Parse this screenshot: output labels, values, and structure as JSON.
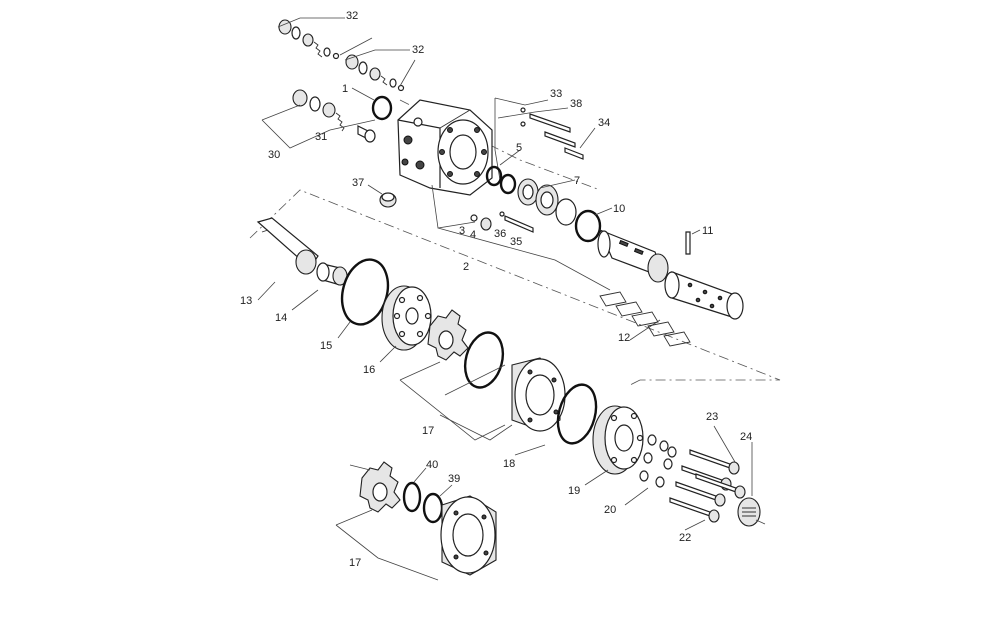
{
  "diagram": {
    "callouts": {
      "c1": "1",
      "c2": "2",
      "c3": "3",
      "c4": "4",
      "c5": "5",
      "c7": "7",
      "c10": "10",
      "c11": "11",
      "c12": "12",
      "c13": "13",
      "c14": "14",
      "c15": "15",
      "c16": "16",
      "c17a": "17",
      "c17b": "17",
      "c18": "18",
      "c19": "19",
      "c20": "20",
      "c22": "22",
      "c23": "23",
      "c24": "24",
      "c30": "30",
      "c31": "31",
      "c32a": "32",
      "c32b": "32",
      "c33": "33",
      "c34": "34",
      "c35": "35",
      "c36": "36",
      "c37": "37",
      "c38": "38",
      "c39": "39",
      "c40": "40"
    }
  }
}
